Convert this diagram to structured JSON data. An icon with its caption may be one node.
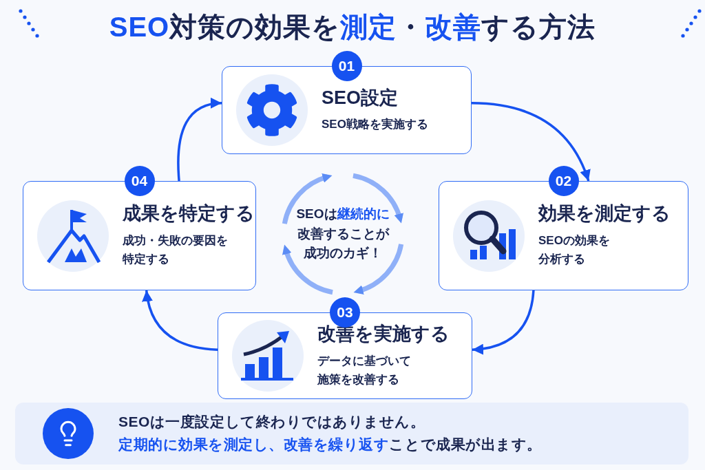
{
  "diagram": {
    "title": "**SEO**対策の効果を**測定**・**改善**する方法",
    "nodes": [
      {
        "text": [
          "SEO設定",
          "SEO戦略を実施する"
        ],
        "beside": [
          "01"
        ]
      },
      {
        "text": [
          "効果を測定する",
          "SEOの効果を分析する"
        ],
        "beside": [
          "02"
        ]
      },
      {
        "text": [
          "改善を実施する",
          "データに基づいて施策を改善する"
        ],
        "beside": [
          "03"
        ]
      },
      {
        "text": [
          "成果を特定する",
          "成功・失敗の要因を特定する"
        ],
        "beside": [
          "04"
        ]
      },
      {
        "text": [
          "SEOは**継続的に**改善することが成功のカギ！"
        ]
      },
      {
        "text": [
          "SEOは一度設定して終わりではありません。",
          "**定期的に効果を測定し、改善を繰り返す**ことで成果が出ます。"
        ]
      }
    ],
    "edges": [
      {
        "from": 0,
        "to": 1,
        "arrow": "to"
      },
      {
        "from": 1,
        "to": 2,
        "arrow": "to"
      },
      {
        "from": 2,
        "to": 3,
        "arrow": "to"
      },
      {
        "from": 3,
        "to": 0,
        "arrow": "to"
      }
    ]
  }
}
